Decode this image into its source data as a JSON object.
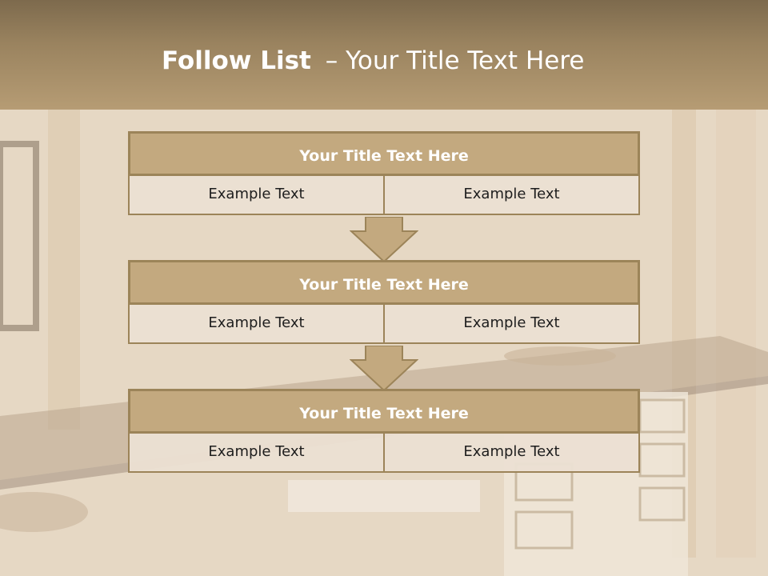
{
  "slide": {
    "title_bold": "Follow List",
    "title_rest": "– Your Title Text Here"
  },
  "blocks": [
    {
      "title": "Your Title Text Here",
      "left": "Example Text",
      "right": "Example Text"
    },
    {
      "title": "Your Title Text Here",
      "left": "Example Text",
      "right": "Example Text"
    },
    {
      "title": "Your Title Text Here",
      "left": "Example Text",
      "right": "Example Text"
    }
  ],
  "colors": {
    "header": "#9a835f",
    "box_fill": "#c3a97f",
    "box_border": "#9c8459",
    "cell_fill": "#ebe0d2"
  }
}
